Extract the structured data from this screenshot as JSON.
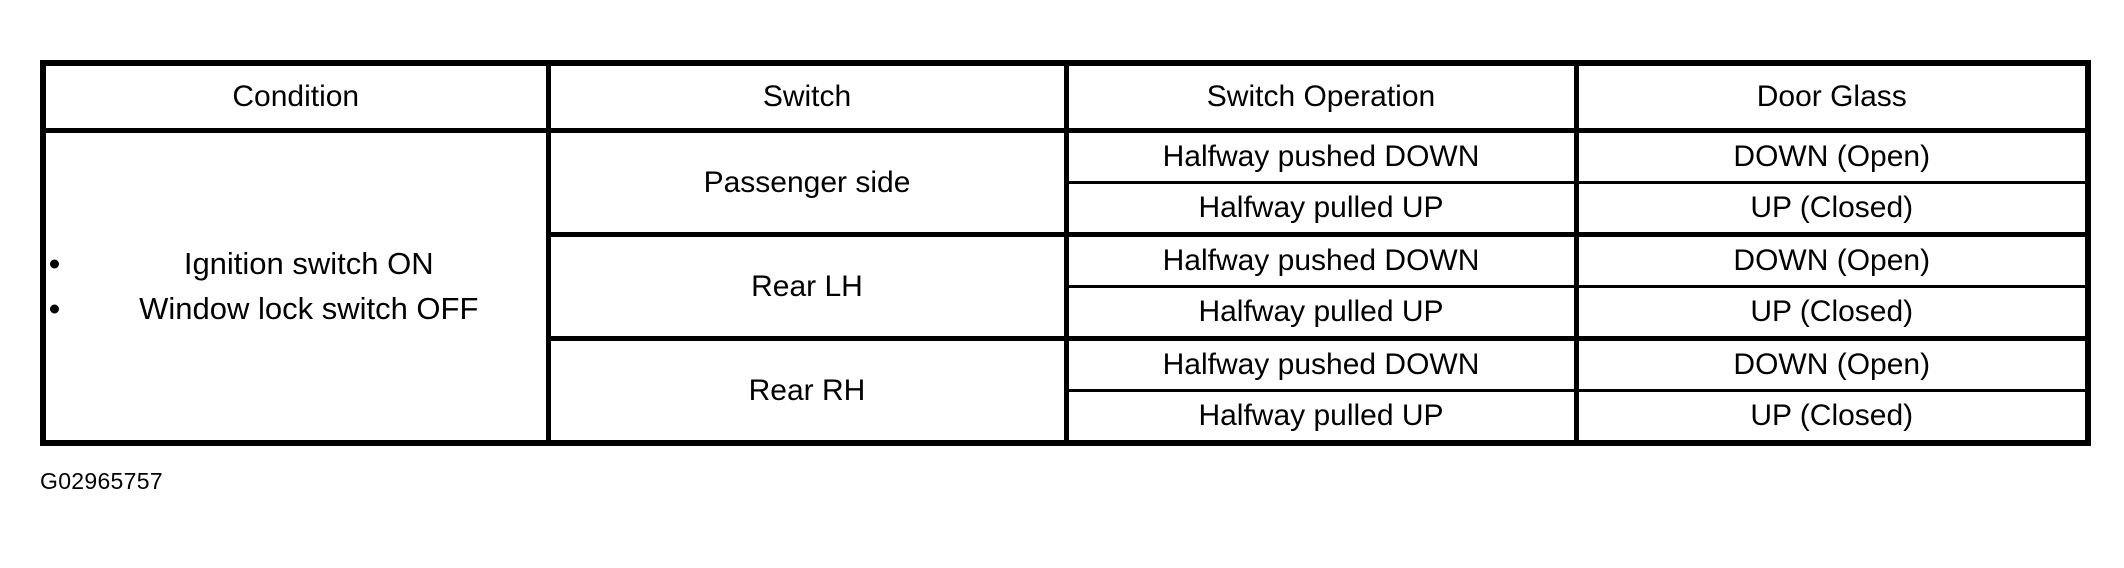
{
  "table": {
    "headers": [
      {
        "key": "condition",
        "label": "Condition"
      },
      {
        "key": "switch",
        "label": "Switch"
      },
      {
        "key": "operation",
        "label": "Switch Operation"
      },
      {
        "key": "door_glass",
        "label": "Door Glass"
      }
    ],
    "condition": {
      "bullets": [
        "Ignition switch ON",
        "Window lock switch OFF"
      ]
    },
    "groups": [
      {
        "switch": "Passenger side",
        "rows": [
          {
            "operation": "Halfway pushed DOWN",
            "door_glass": "DOWN (Open)"
          },
          {
            "operation": "Halfway pulled UP",
            "door_glass": "UP (Closed)"
          }
        ]
      },
      {
        "switch": "Rear LH",
        "rows": [
          {
            "operation": "Halfway pushed DOWN",
            "door_glass": "DOWN (Open)"
          },
          {
            "operation": "Halfway pulled UP",
            "door_glass": "UP (Closed)"
          }
        ]
      },
      {
        "switch": "Rear RH",
        "rows": [
          {
            "operation": "Halfway pushed DOWN",
            "door_glass": "DOWN (Open)"
          },
          {
            "operation": "Halfway pulled UP",
            "door_glass": "UP (Closed)"
          }
        ]
      }
    ]
  },
  "caption": "G02965757",
  "colors": {
    "rule": "#000000",
    "text": "#000000",
    "background": "#ffffff"
  }
}
